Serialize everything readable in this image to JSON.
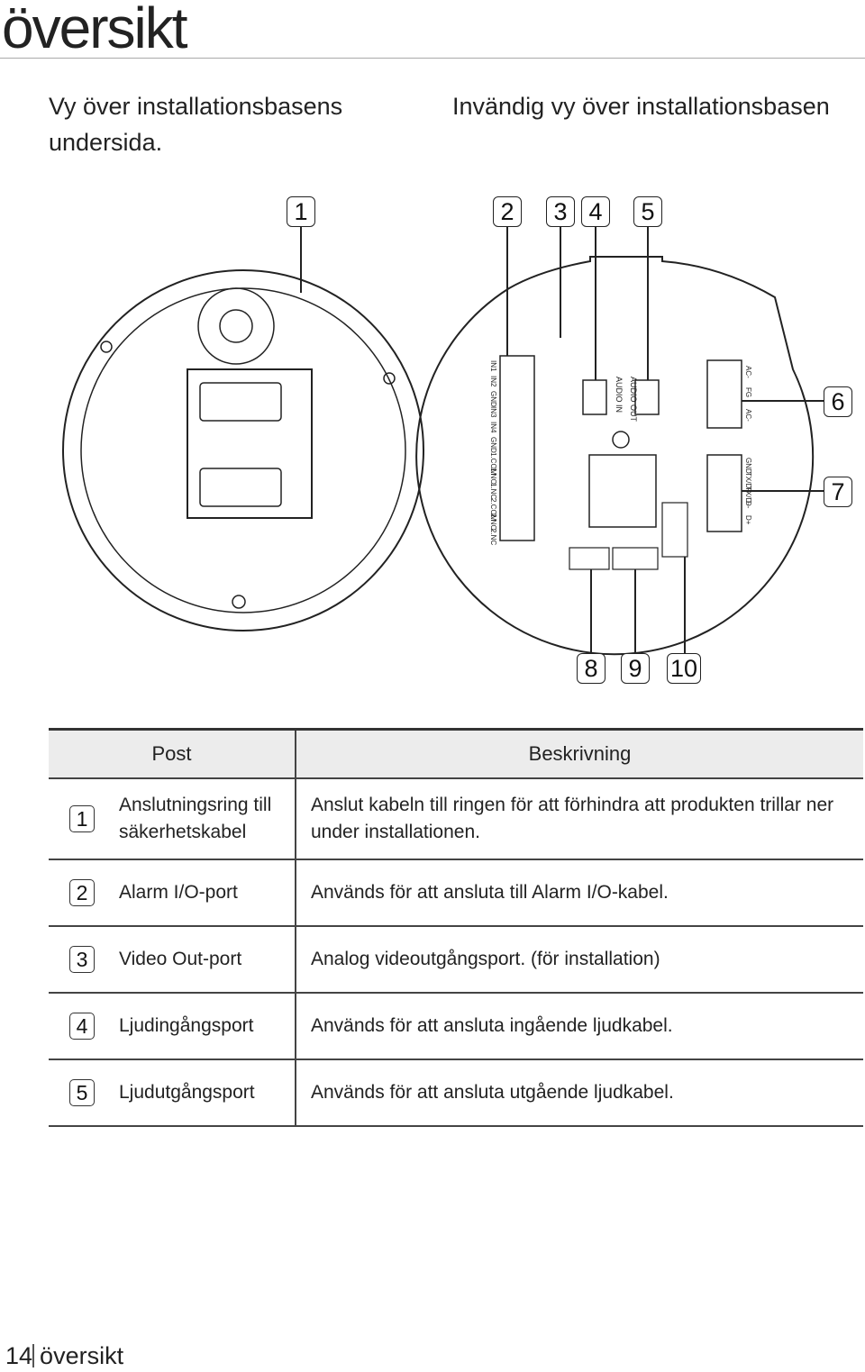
{
  "header": {
    "title": "översikt"
  },
  "captions": {
    "left": "Vy över installationsbasens undersida.",
    "right": "Invändig vy över installationsbasen"
  },
  "callouts": [
    "1",
    "2",
    "3",
    "4",
    "5",
    "6",
    "7",
    "8",
    "9",
    "10"
  ],
  "diagram_labels": {
    "alarm_pins": [
      "IN1",
      "IN2",
      "GND",
      "IN3",
      "IN4",
      "GND",
      "1.COM",
      "1.NO",
      "1.NC",
      "2.COM",
      "2.NO",
      "2.NC"
    ],
    "audio_out": "AUDIO OUT",
    "audio_in": "AUDIO IN",
    "power_pins": [
      "AC-",
      "FG",
      "AC-"
    ],
    "rs485_pins": [
      "GND",
      "TX/D+",
      "TX/D-",
      "D-",
      "D+"
    ]
  },
  "table": {
    "headers": {
      "item": "Post",
      "description": "Beskrivning"
    },
    "rows": [
      {
        "num": "1",
        "item": "Anslutningsring till säkerhetskabel",
        "description": "Anslut kabeln till ringen för att förhindra att produkten trillar ner under installationen."
      },
      {
        "num": "2",
        "item": "Alarm I/O-port",
        "description": "Används för att ansluta till Alarm I/O-kabel."
      },
      {
        "num": "3",
        "item": "Video Out-port",
        "description": "Analog videoutgångsport. (för installation)"
      },
      {
        "num": "4",
        "item": "Ljudingångsport",
        "description": "Används för att ansluta ingående ljudkabel."
      },
      {
        "num": "5",
        "item": "Ljudutgångsport",
        "description": "Används för att ansluta utgående ljudkabel."
      }
    ]
  },
  "footer": {
    "page": "14",
    "section": "översikt"
  }
}
